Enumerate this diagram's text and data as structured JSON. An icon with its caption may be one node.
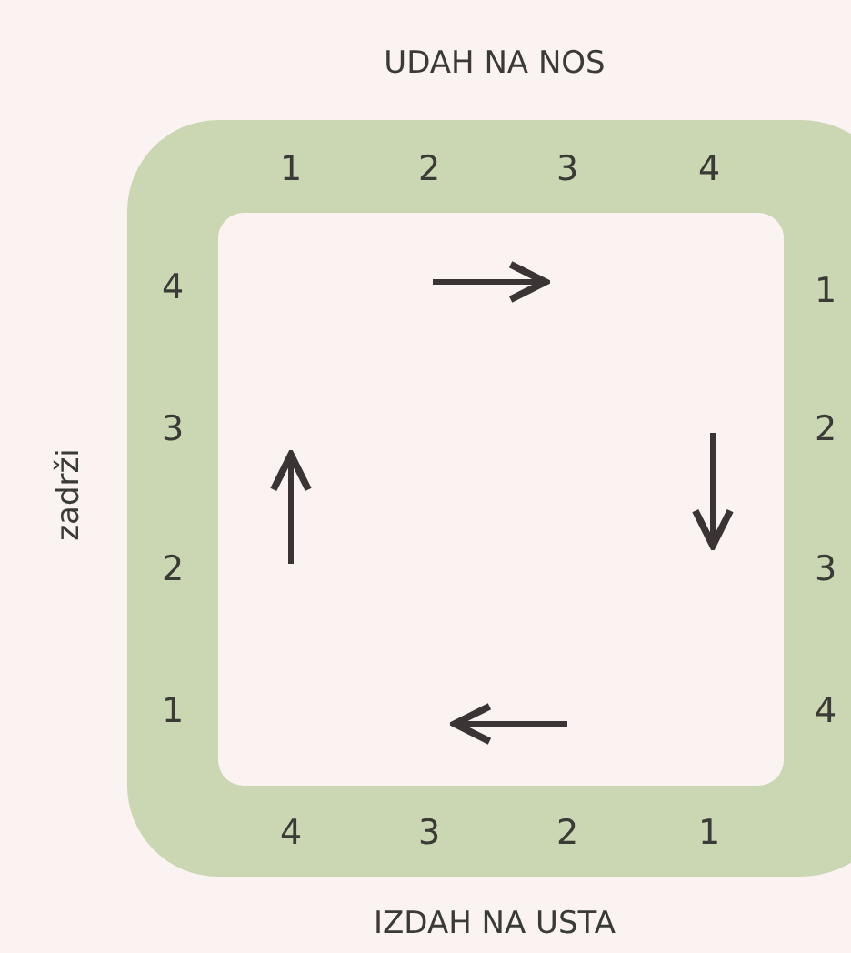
{
  "diagram": {
    "labels": [
      "UDAH NA NOS",
      "1",
      "2",
      "3",
      "4",
      "4",
      "1",
      "zadrži",
      "3",
      "2",
      "2",
      "3",
      "1",
      "4",
      "4",
      "3",
      "2",
      "1",
      "IZDAH NA USTA"
    ]
  }
}
